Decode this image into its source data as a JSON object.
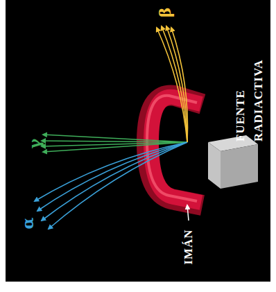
{
  "diagram": {
    "labels": [
      "β",
      "γ",
      "α",
      "FUENTE RADIACTIVA",
      "IMÁN"
    ]
  }
}
